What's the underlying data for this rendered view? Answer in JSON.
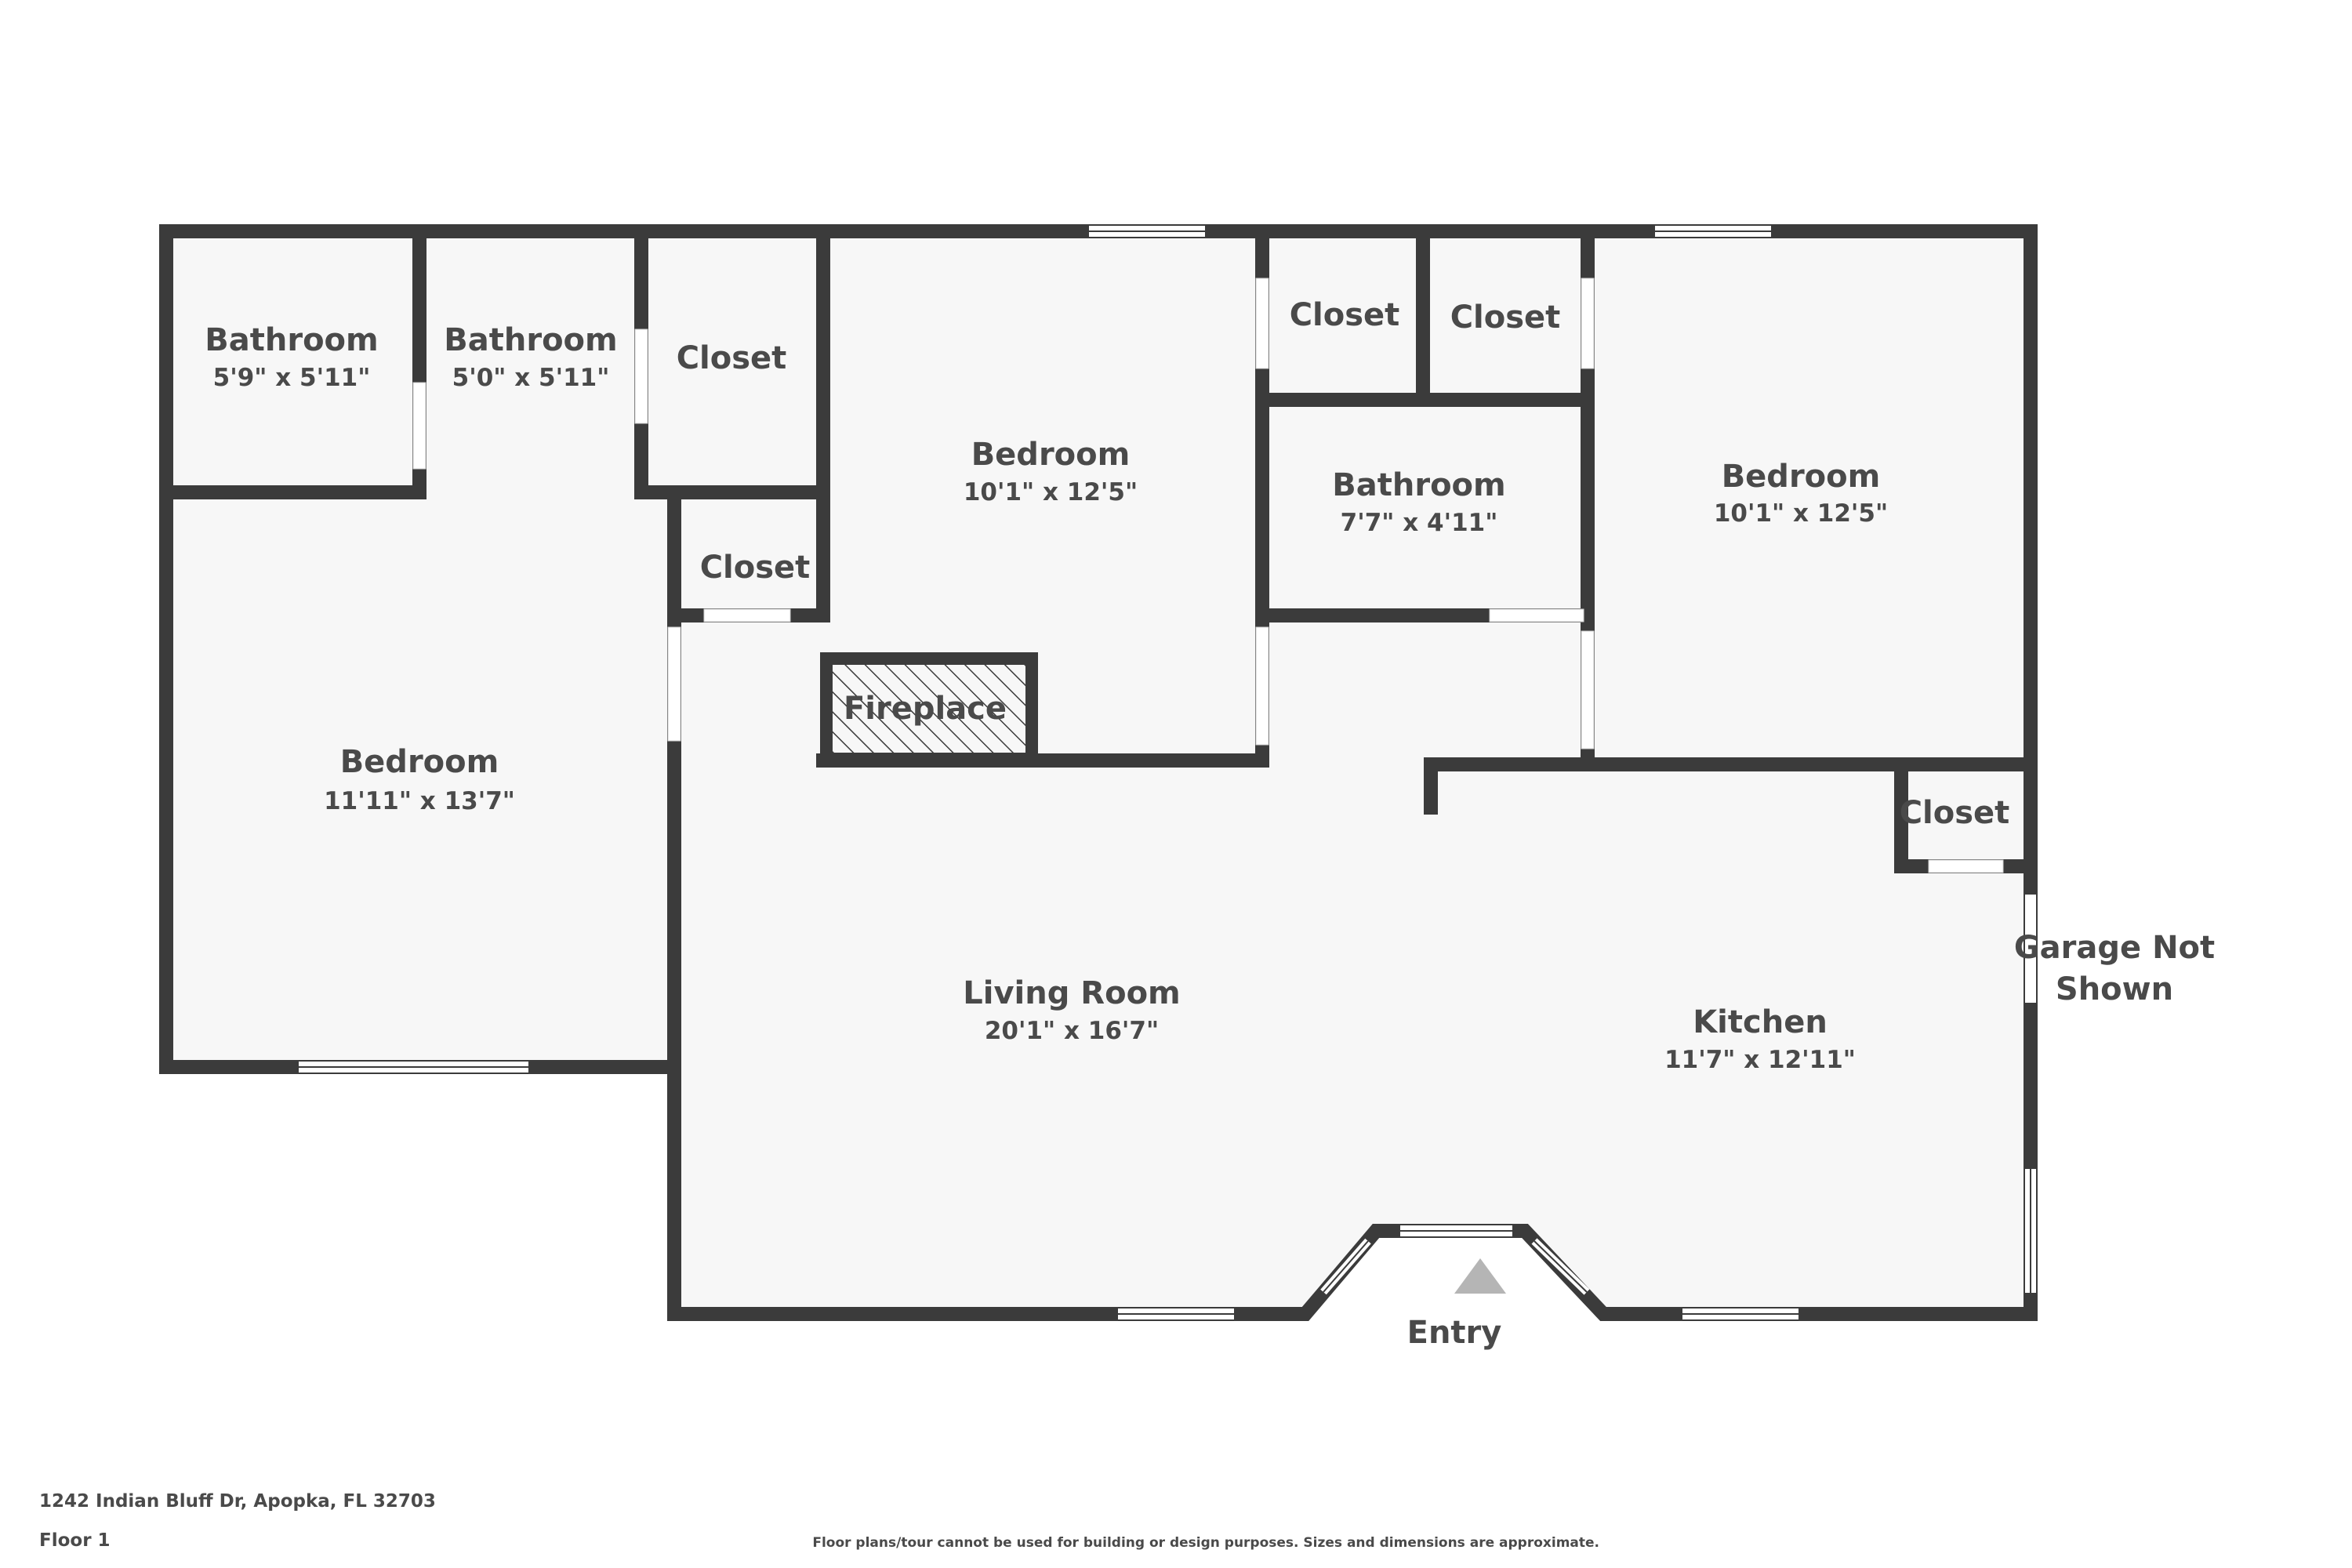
{
  "plan": {
    "colors": {
      "wall": "#3b3b3b",
      "floor": "#f7f7f7",
      "window": "#ffffff",
      "label": "#4a4a4a",
      "entry_marker": "#b5b5b5"
    },
    "rooms": [
      {
        "id": "bath1",
        "name": "Bathroom",
        "dims": "5'9\" x 5'11\""
      },
      {
        "id": "bath2",
        "name": "Bathroom",
        "dims": "5'0\" x 5'11\""
      },
      {
        "id": "closet1",
        "name": "Closet",
        "dims": ""
      },
      {
        "id": "closet2",
        "name": "Closet",
        "dims": ""
      },
      {
        "id": "bed1",
        "name": "Bedroom",
        "dims": "11'11\" x 13'7\""
      },
      {
        "id": "bed2",
        "name": "Bedroom",
        "dims": "10'1\" x 12'5\""
      },
      {
        "id": "fireplace",
        "name": "Fireplace",
        "dims": ""
      },
      {
        "id": "closet3",
        "name": "Closet",
        "dims": ""
      },
      {
        "id": "closet4",
        "name": "Closet",
        "dims": ""
      },
      {
        "id": "bath3",
        "name": "Bathroom",
        "dims": "7'7\" x 4'11\""
      },
      {
        "id": "bed3",
        "name": "Bedroom",
        "dims": "10'1\" x 12'5\""
      },
      {
        "id": "closet5",
        "name": "Closet",
        "dims": ""
      },
      {
        "id": "living",
        "name": "Living Room",
        "dims": "20'1\" x 16'7\""
      },
      {
        "id": "kitchen",
        "name": "Kitchen",
        "dims": "11'7\" x 12'11\""
      }
    ],
    "garage_note": [
      "Garage Not",
      "Shown"
    ],
    "entry_label": "Entry"
  },
  "footer": {
    "address": "1242 Indian Bluff Dr, Apopka, FL 32703",
    "floor": "Floor 1",
    "disclaimer": "Floor plans/tour cannot be used for building or design purposes. Sizes and dimensions are approximate."
  }
}
